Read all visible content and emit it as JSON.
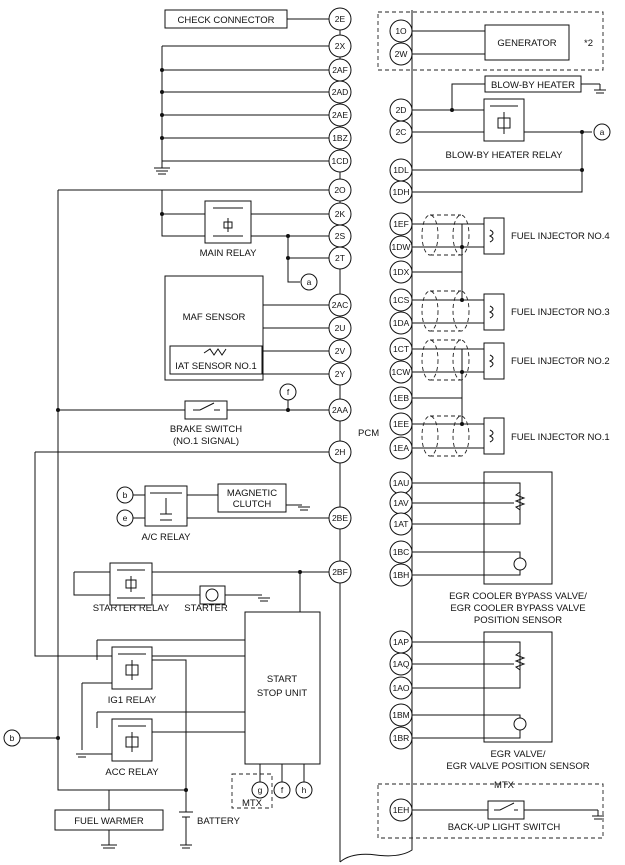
{
  "pcm_label": "PCM",
  "labels": {
    "check_connector": "CHECK CONNECTOR",
    "generator": "GENERATOR",
    "note2": "*2",
    "blowby_heater": "BLOW-BY HEATER",
    "blowby_heater_relay": "BLOW-BY HEATER RELAY",
    "main_relay": "MAIN RELAY",
    "maf_sensor": "MAF SENSOR",
    "iat_sensor": "IAT SENSOR NO.1",
    "fuel_inj4": "FUEL INJECTOR NO.4",
    "fuel_inj3": "FUEL INJECTOR NO.3",
    "fuel_inj2": "FUEL INJECTOR NO.2",
    "fuel_inj1": "FUEL INJECTOR NO.1",
    "brake_switch_1": "BRAKE SWITCH",
    "brake_switch_2": "(NO.1 SIGNAL)",
    "magnetic_clutch_1": "MAGNETIC",
    "magnetic_clutch_2": "CLUTCH",
    "ac_relay": "A/C RELAY",
    "starter_relay": "STARTER RELAY",
    "starter": "STARTER",
    "start_stop_1": "START",
    "start_stop_2": "STOP UNIT",
    "ig1_relay": "IG1 RELAY",
    "acc_relay": "ACC RELAY",
    "fuel_warmer": "FUEL WARMER",
    "battery": "BATTERY",
    "mtx_bottom": "MTX",
    "mtx_right": "MTX",
    "egr_bypass_1": "EGR COOLER BYPASS VALVE/",
    "egr_bypass_2": "EGR COOLER BYPASS VALVE",
    "egr_bypass_3": "POSITION SENSOR",
    "egr_valve_1": "EGR VALVE/",
    "egr_valve_2": "EGR VALVE POSITION SENSOR",
    "backup_light": "BACK-UP LIGHT SWITCH"
  },
  "left_pins": [
    "2E",
    "2X",
    "2AF",
    "2AD",
    "2AE",
    "1BZ",
    "1CD",
    "2O",
    "2K",
    "2S",
    "2T",
    "2AC",
    "2U",
    "2V",
    "2Y",
    "2AA",
    "2H",
    "2BE",
    "2BF"
  ],
  "right_pins": [
    "1O",
    "2W",
    "2D",
    "2C",
    "1DL",
    "1DH",
    "1EF",
    "1DW",
    "1DX",
    "1CS",
    "1DA",
    "1CT",
    "1CW",
    "1EB",
    "1EE",
    "1EA",
    "1AU",
    "1AV",
    "1AT",
    "1BC",
    "1BH",
    "1AP",
    "1AQ",
    "1AO",
    "1BM",
    "1BR",
    "1EH"
  ],
  "ref_circles": {
    "a_left": "a",
    "a_right": "a",
    "f_brake": "f",
    "b_ac": "b",
    "e_ac": "e",
    "b_left": "b",
    "g": "g",
    "f": "f",
    "h": "h"
  }
}
